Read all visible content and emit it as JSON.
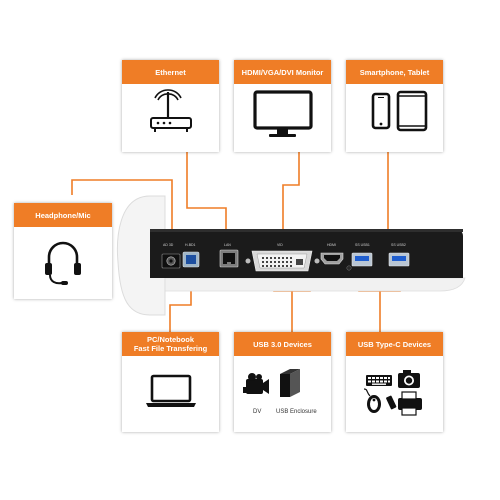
{
  "cards": {
    "ethernet": {
      "title": "Ethernet"
    },
    "monitor": {
      "title": "HDMI/VGA/DVI Monitor"
    },
    "phone": {
      "title": "Smartphone, Tablet"
    },
    "headphone": {
      "title": "Headphone/Mic"
    },
    "pc": {
      "title_line1": "PC/Notebook",
      "title_line2": "Fast File Transfering"
    },
    "usb3": {
      "title": "USB 3.0 Devices",
      "dv_label": "DV",
      "enclosure_label": "USB Enclosure"
    },
    "usbc": {
      "title": "USB Type-C Devices"
    }
  },
  "ports": {
    "audio": "AD 3D",
    "host": "H-BD1",
    "eth": "LAN",
    "dvi": "VID",
    "hdmi": "HDMI",
    "usb1": "SS USB1",
    "usb2": "SS USB2"
  },
  "colors": {
    "accent": "#ef7d26",
    "dock_body": "#1b1b1b",
    "shell": "#f4f4f4"
  }
}
